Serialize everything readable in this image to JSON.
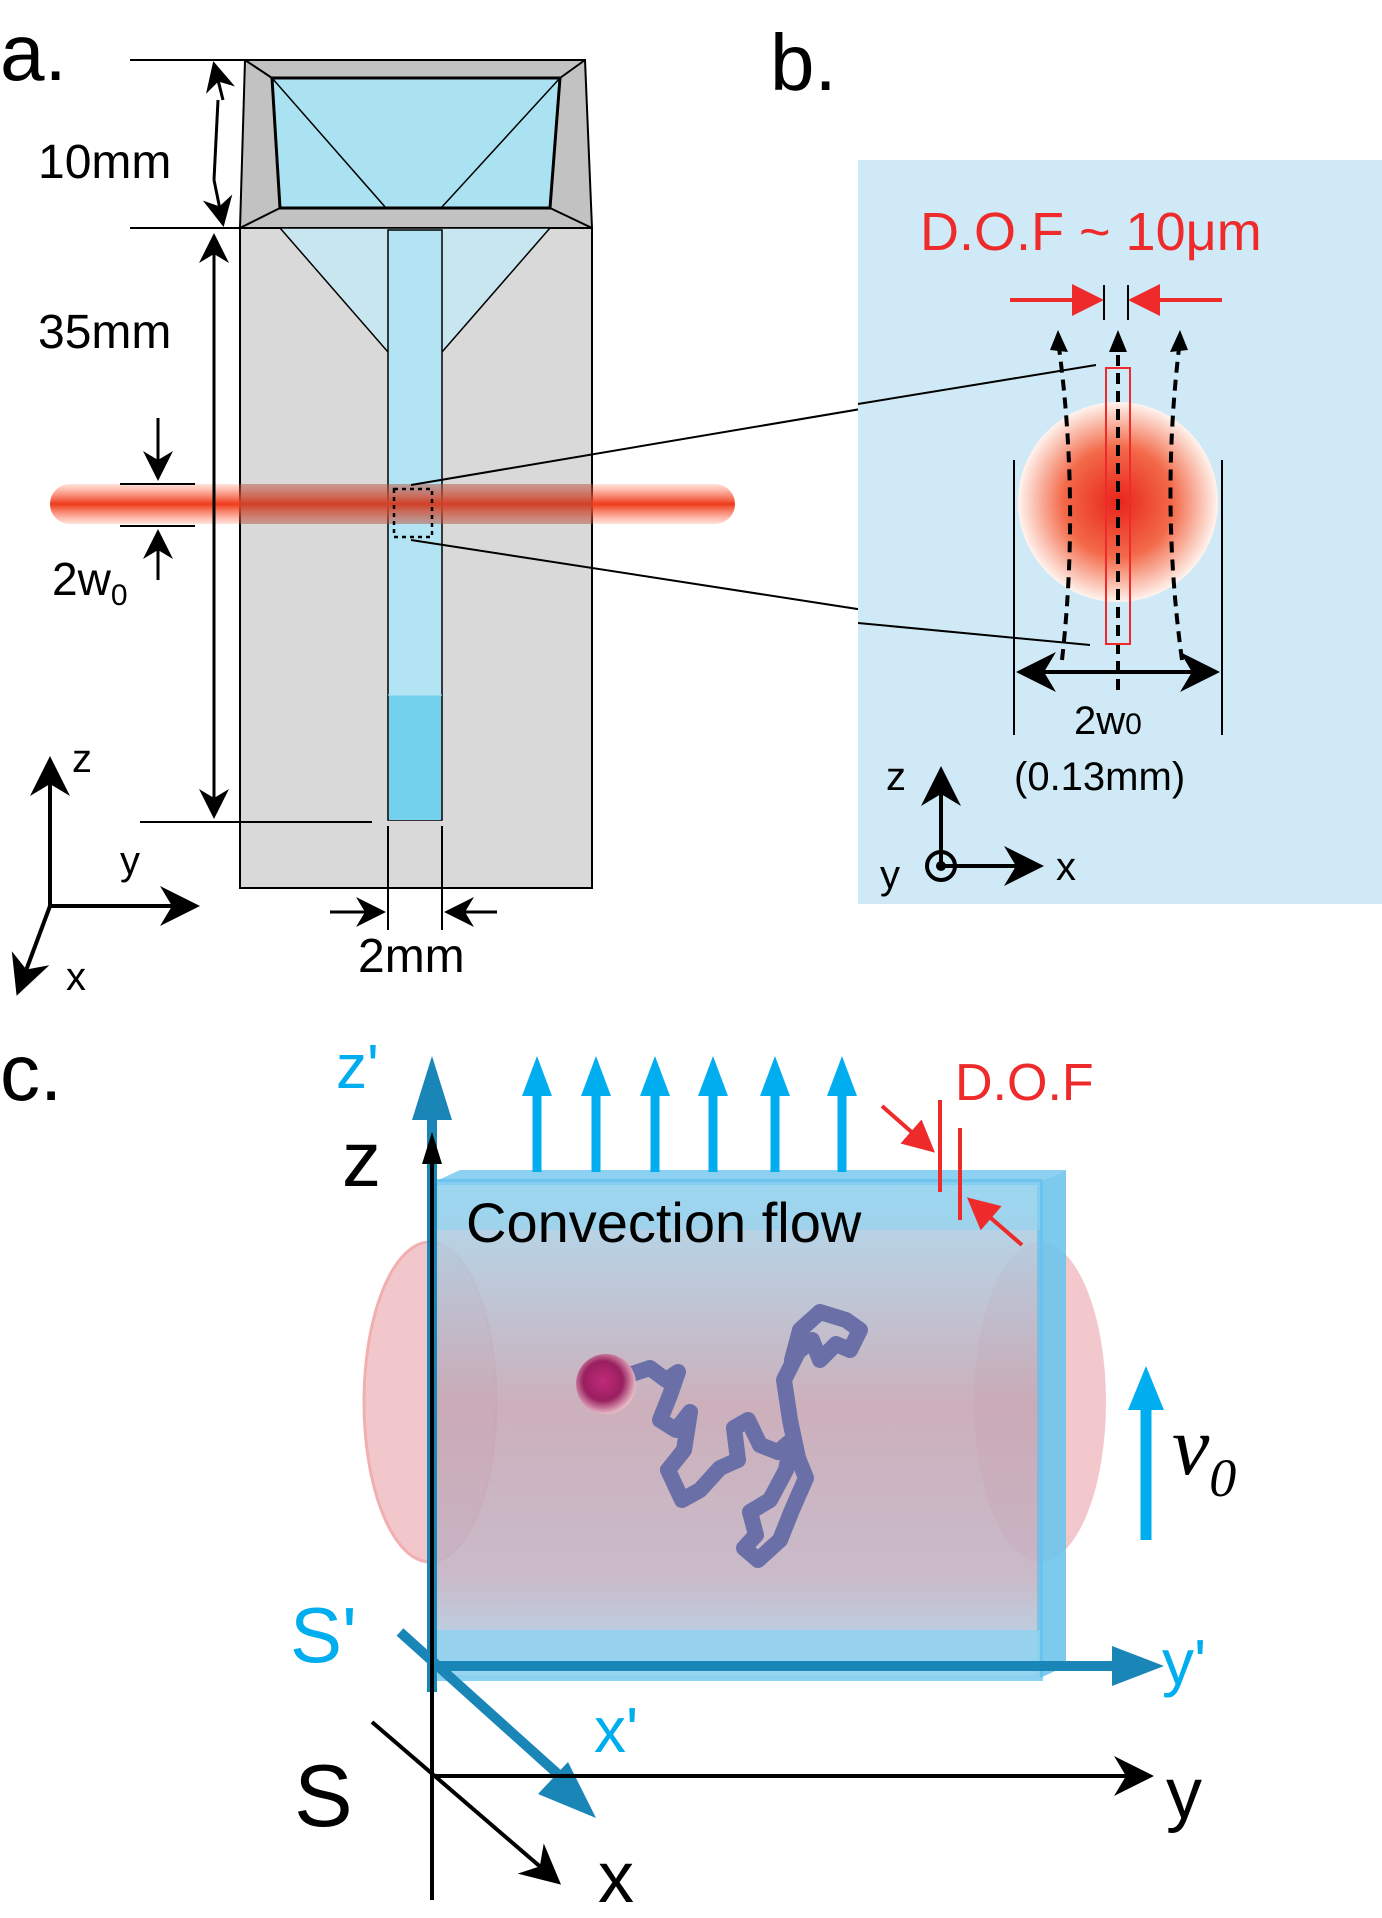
{
  "panel_a": {
    "label": "a.",
    "dim_top": "10mm",
    "dim_body": "35mm",
    "beam_waist_main": "2w",
    "beam_waist_sub": "0",
    "channel_width": "2mm",
    "axis_z": "z",
    "axis_y": "y",
    "axis_x": "x"
  },
  "panel_b": {
    "label": "b.",
    "dof_label": "D.O.F ~ 10μm",
    "waist_main": "2w",
    "waist_sub": "0",
    "waist_value": "(0.13mm)",
    "axis_z": "z",
    "axis_y": "y",
    "axis_x": "x"
  },
  "panel_c": {
    "label": "c.",
    "axis_zp": "z'",
    "axis_z": "z",
    "dof_label": "D.O.F",
    "flow_label": "Convection flow",
    "velocity_main": "v",
    "velocity_sub": "0",
    "frame_sp": "S'",
    "frame_s": "S",
    "axis_yp": "y'",
    "axis_xp": "x'",
    "axis_y": "y",
    "axis_x": "x"
  },
  "colors": {
    "cyan": "#00aeef",
    "dark_cyan": "#1a86b8",
    "red": "#ee2a2a",
    "light_blue": "#cfeaf6",
    "gray": "#d9d9d9"
  }
}
